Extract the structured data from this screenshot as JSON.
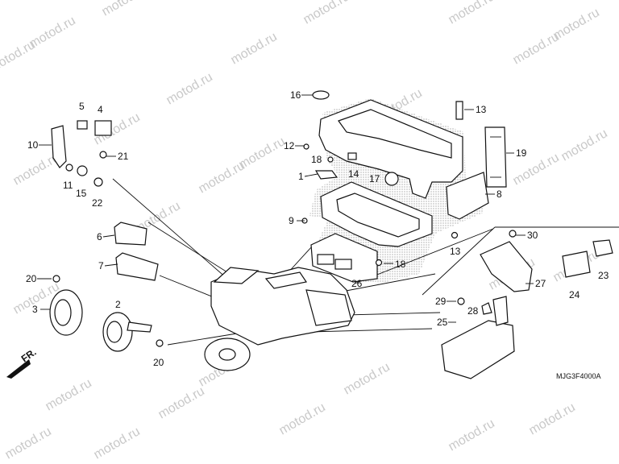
{
  "watermark": "motod.ru",
  "diagram_code": "MJG3F4000A",
  "direction_label": "FR.",
  "callouts": {
    "c1": "1",
    "c2": "2",
    "c3": "3",
    "c4": "4",
    "c5": "5",
    "c6": "6",
    "c7": "7",
    "c8": "8",
    "c9": "9",
    "c10": "10",
    "c11": "11",
    "c12": "12",
    "c13a": "13",
    "c13b": "13",
    "c14": "14",
    "c15": "15",
    "c16": "16",
    "c17": "17",
    "c18a": "18",
    "c18b": "18",
    "c19": "19",
    "c20a": "20",
    "c20b": "20",
    "c21": "21",
    "c22": "22",
    "c23": "23",
    "c24": "24",
    "c25": "25",
    "c26": "26",
    "c27": "27",
    "c28": "28",
    "c29": "29",
    "c30": "30"
  },
  "colors": {
    "ink": "#111111",
    "watermark": "#c9c9c9"
  }
}
